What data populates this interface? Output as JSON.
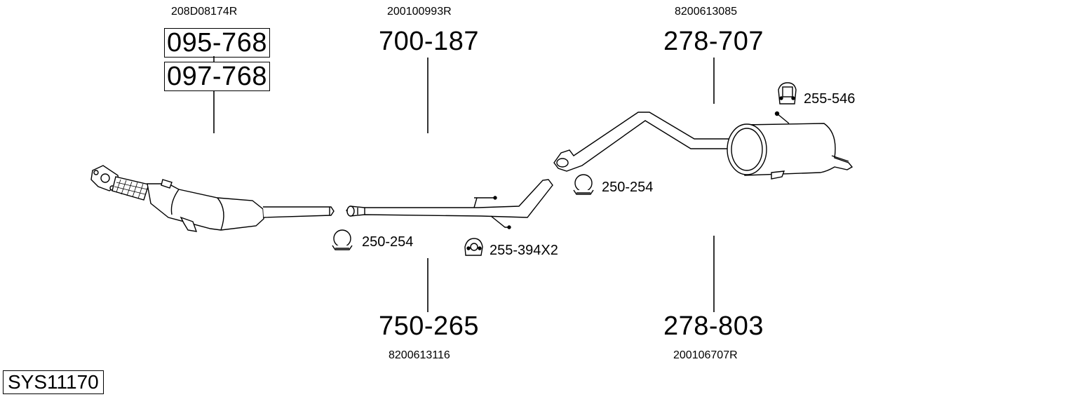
{
  "system_code": "SYS11170",
  "groups": {
    "catalyst": {
      "oem": "208D08174R",
      "parts": [
        "095-768",
        "097-768"
      ]
    },
    "front_pipe": {
      "oem": "200100993R",
      "part": "700-187"
    },
    "middle_pipe": {
      "oem": "8200613116",
      "part": "750-265"
    },
    "rear_pipe": {
      "oem": "8200613085",
      "part": "278-707"
    },
    "rear_silencer": {
      "oem": "200106707R",
      "part": "278-803"
    }
  },
  "accessories": {
    "clamp_front": "250-254",
    "clamp_rear": "250-254",
    "rubber_mount_mid": "255-394X2",
    "rubber_mount_rear": "255-546"
  }
}
